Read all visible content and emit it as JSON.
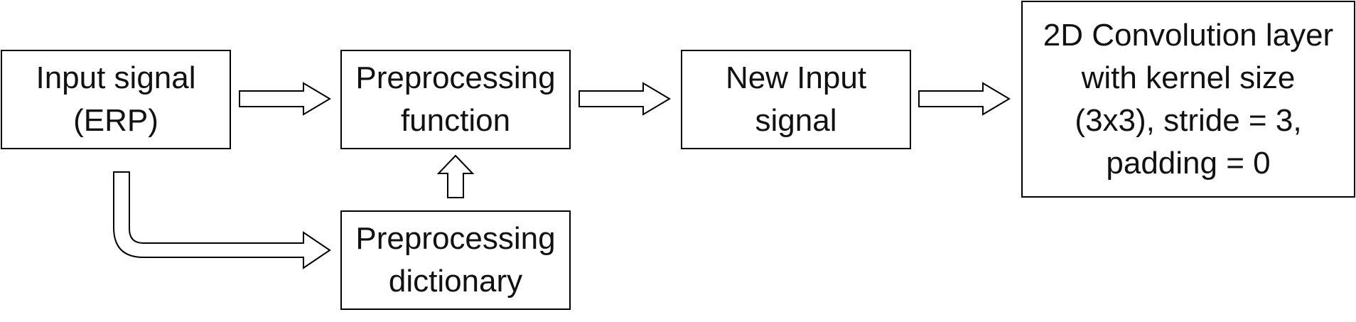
{
  "diagram": {
    "nodes": {
      "input_signal": {
        "lines": [
          "Input signal",
          "(ERP)"
        ]
      },
      "preprocessing_function": {
        "lines": [
          "Preprocessing",
          "function"
        ]
      },
      "new_input_signal": {
        "lines": [
          "New Input",
          "signal"
        ]
      },
      "conv_layer": {
        "lines": [
          "2D Convolution layer",
          "with kernel size",
          "(3x3), stride = 3,",
          "padding = 0"
        ]
      },
      "preprocessing_dictionary": {
        "lines": [
          "Preprocessing",
          "dictionary"
        ]
      }
    },
    "edges": [
      {
        "from": "input_signal",
        "to": "preprocessing_function"
      },
      {
        "from": "preprocessing_function",
        "to": "new_input_signal"
      },
      {
        "from": "new_input_signal",
        "to": "conv_layer"
      },
      {
        "from": "input_signal",
        "to": "preprocessing_dictionary"
      },
      {
        "from": "preprocessing_dictionary",
        "to": "preprocessing_function"
      }
    ]
  }
}
